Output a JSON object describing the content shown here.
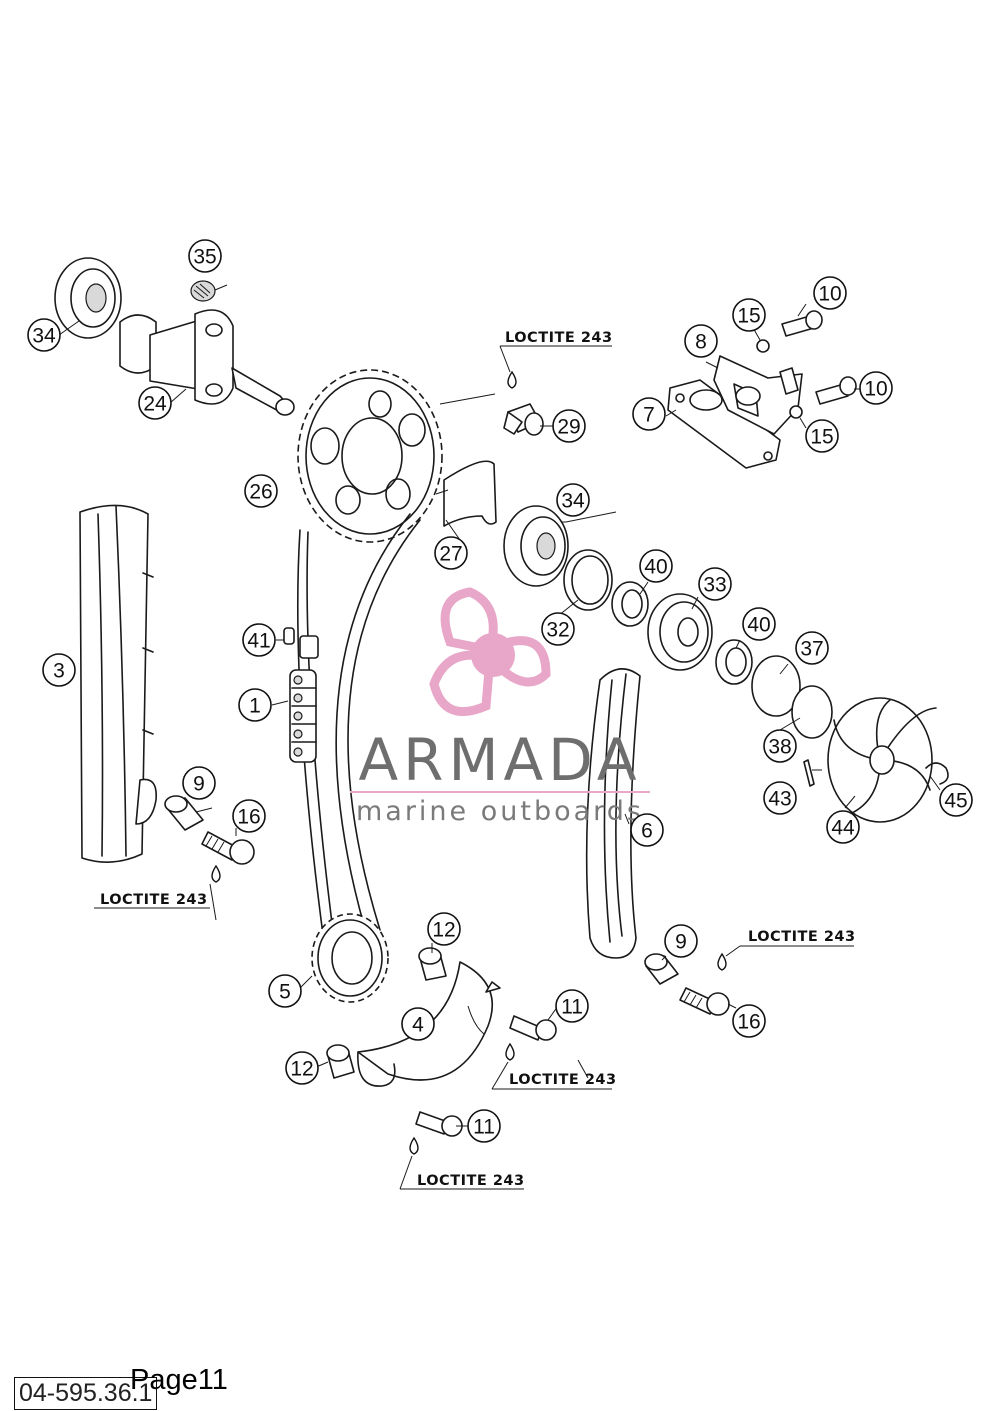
{
  "callouts": [
    "35",
    "34",
    "24",
    "26",
    "3",
    "41",
    "1",
    "9",
    "16",
    "5",
    "12",
    "4",
    "12",
    "11",
    "11",
    "10",
    "15",
    "8",
    "7",
    "10",
    "15",
    "29",
    "27",
    "34",
    "40",
    "33",
    "32",
    "40",
    "37",
    "38",
    "6",
    "43",
    "44",
    "45",
    "9",
    "16"
  ],
  "loctite_notes": [
    "LOCTITE 243",
    "LOCTITE 243",
    "LOCTITE 243",
    "LOCTITE 243",
    "LOCTITE 243"
  ],
  "watermark": {
    "brand": "ARMADA",
    "tagline": "marine outboards",
    "logo_colors": [
      "#e8a6c8",
      "#d36aa6"
    ]
  },
  "footer": {
    "code": "04-595.36.1",
    "page": "Page11"
  }
}
